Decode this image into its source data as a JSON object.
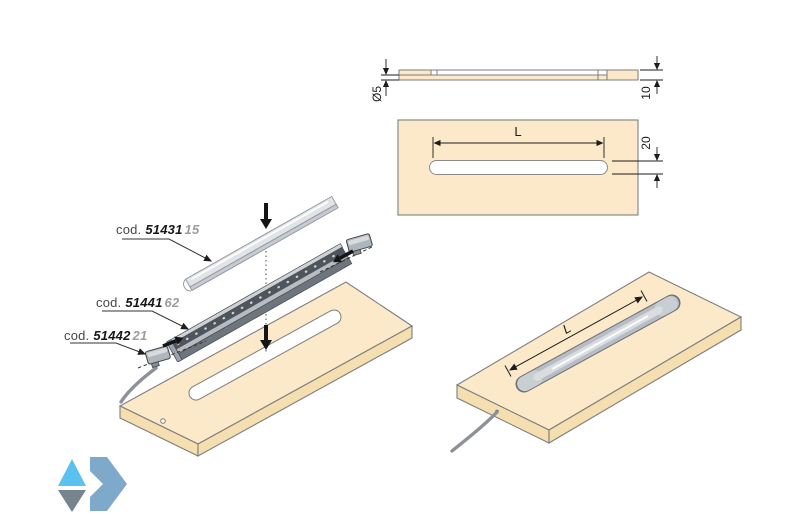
{
  "part_labels": {
    "prefix": "cod.",
    "items": [
      {
        "code": "51431",
        "variant": "15"
      },
      {
        "code": "51441",
        "variant": "62"
      },
      {
        "code": "51442",
        "variant": "21"
      }
    ]
  },
  "dimensions": {
    "profile_side_view": {
      "cable_diameter": "Ø5",
      "height": "10"
    },
    "panel_top_view": {
      "slot_length": "L",
      "slot_width": "20"
    },
    "assembled_view": {
      "length": "L"
    }
  },
  "colors": {
    "background": "#ffffff",
    "panel_fill": "#fbe9c9",
    "panel_side_fill": "#f5deb0",
    "outline_gray": "#7d7d7d",
    "dim_color": "#1c1c1c",
    "profile_light": "#d9dde1",
    "profile_mid": "#b6bcc2",
    "profile_dark": "#70777e",
    "led_channel": "#4e555c",
    "cable_gray": "#8c9298",
    "logo_light_blue": "#5bc2f0",
    "logo_gray": "#76848d",
    "logo_blue": "#7fa9cb"
  },
  "logo": {
    "name": "brand-logo"
  }
}
